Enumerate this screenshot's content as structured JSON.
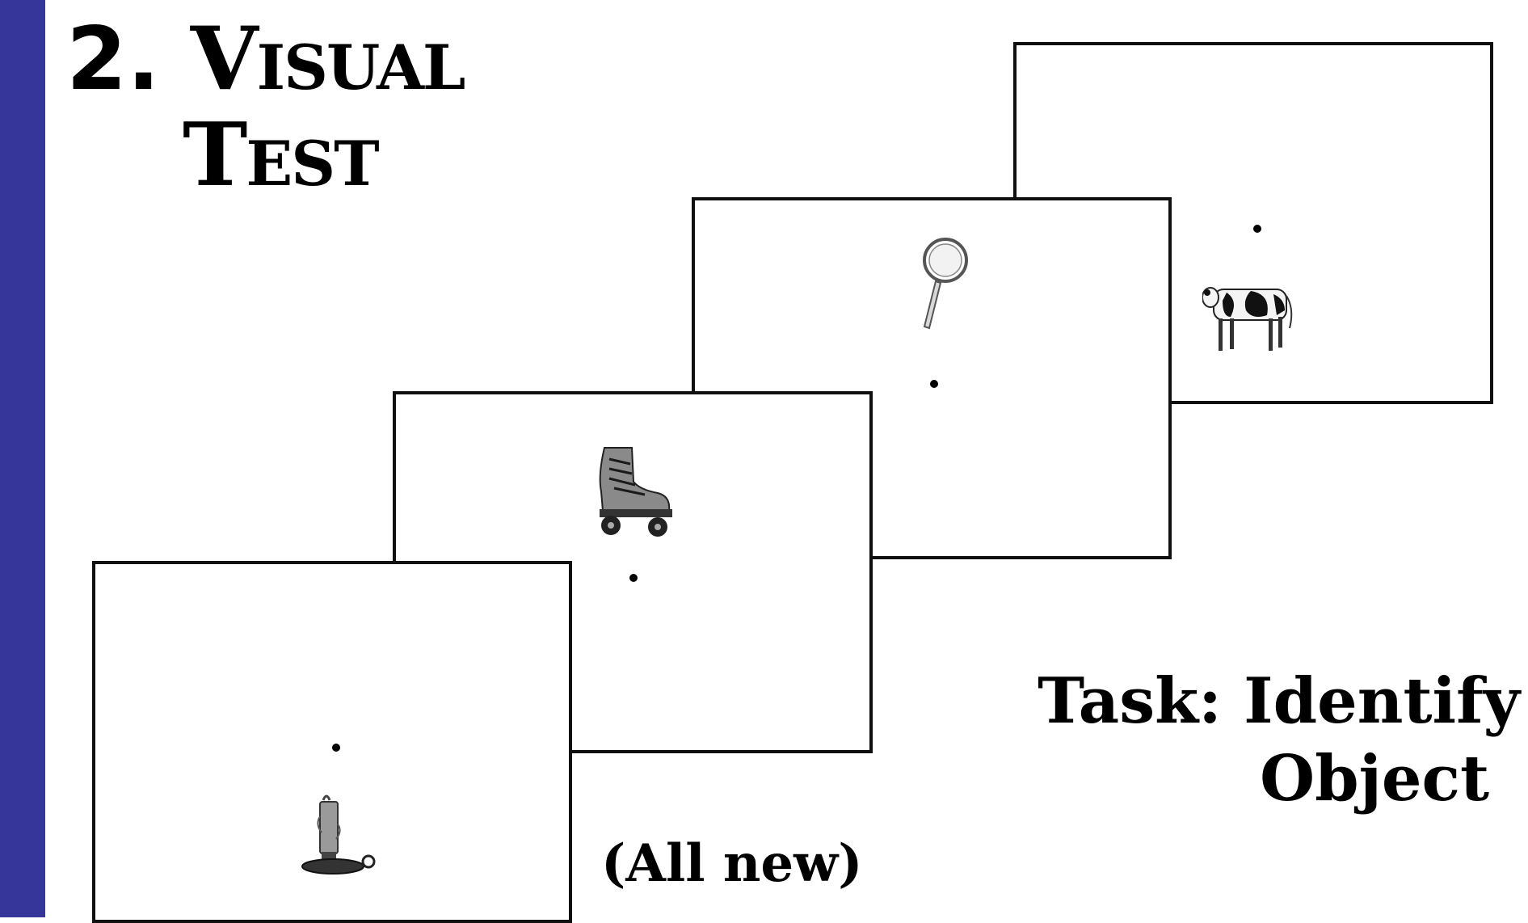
{
  "slide": {
    "title_number": "2.",
    "title_word1": "Visual",
    "title_word2": "Test",
    "task_line1": "Task: Identify",
    "task_line2": "Object",
    "note": "(All new)"
  },
  "frames": [
    {
      "object": "candle-icon"
    },
    {
      "object": "roller-skate-icon"
    },
    {
      "object": "magnifying-glass-icon"
    },
    {
      "object": "cow-icon"
    }
  ],
  "colors": {
    "sidebar": "#35359a",
    "frame_border": "#111111",
    "text": "#000000"
  }
}
